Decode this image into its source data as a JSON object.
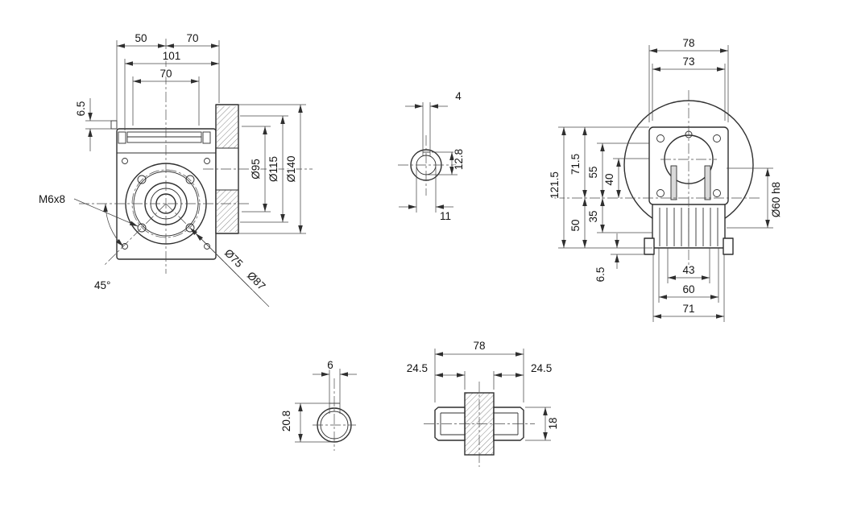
{
  "drawing": {
    "line_color": "#2f2f2f",
    "background": "#ffffff",
    "front_view": {
      "dim_50": "50",
      "dim_70_top": "70",
      "dim_101": "101",
      "dim_70_face": "70",
      "dim_6_5": "6.5",
      "label_m6x8": "M6x8",
      "dim_45deg": "45°",
      "dim_d75": "Ø75",
      "dim_d87": "Ø87",
      "dim_d95": "Ø95",
      "dim_d115": "Ø115",
      "dim_d140": "Ø140"
    },
    "input_shaft_section": {
      "dim_4": "4",
      "dim_12_8": "12.8",
      "dim_11": "11"
    },
    "rear_view": {
      "dim_78": "78",
      "dim_73": "73",
      "dim_121_5": "121.5",
      "dim_71_5": "71.5",
      "dim_55": "55",
      "dim_40": "40",
      "dim_50": "50",
      "dim_35": "35",
      "dim_6_5": "6.5",
      "dim_43": "43",
      "dim_60": "60",
      "dim_71": "71",
      "dim_d60h8": "Ø60 h8"
    },
    "shaft_end_section": {
      "dim_6": "6",
      "dim_20_8": "20.8"
    },
    "output_shaft": {
      "dim_78": "78",
      "dim_24_5_left": "24.5",
      "dim_24_5_right": "24.5",
      "dim_18": "18"
    }
  }
}
